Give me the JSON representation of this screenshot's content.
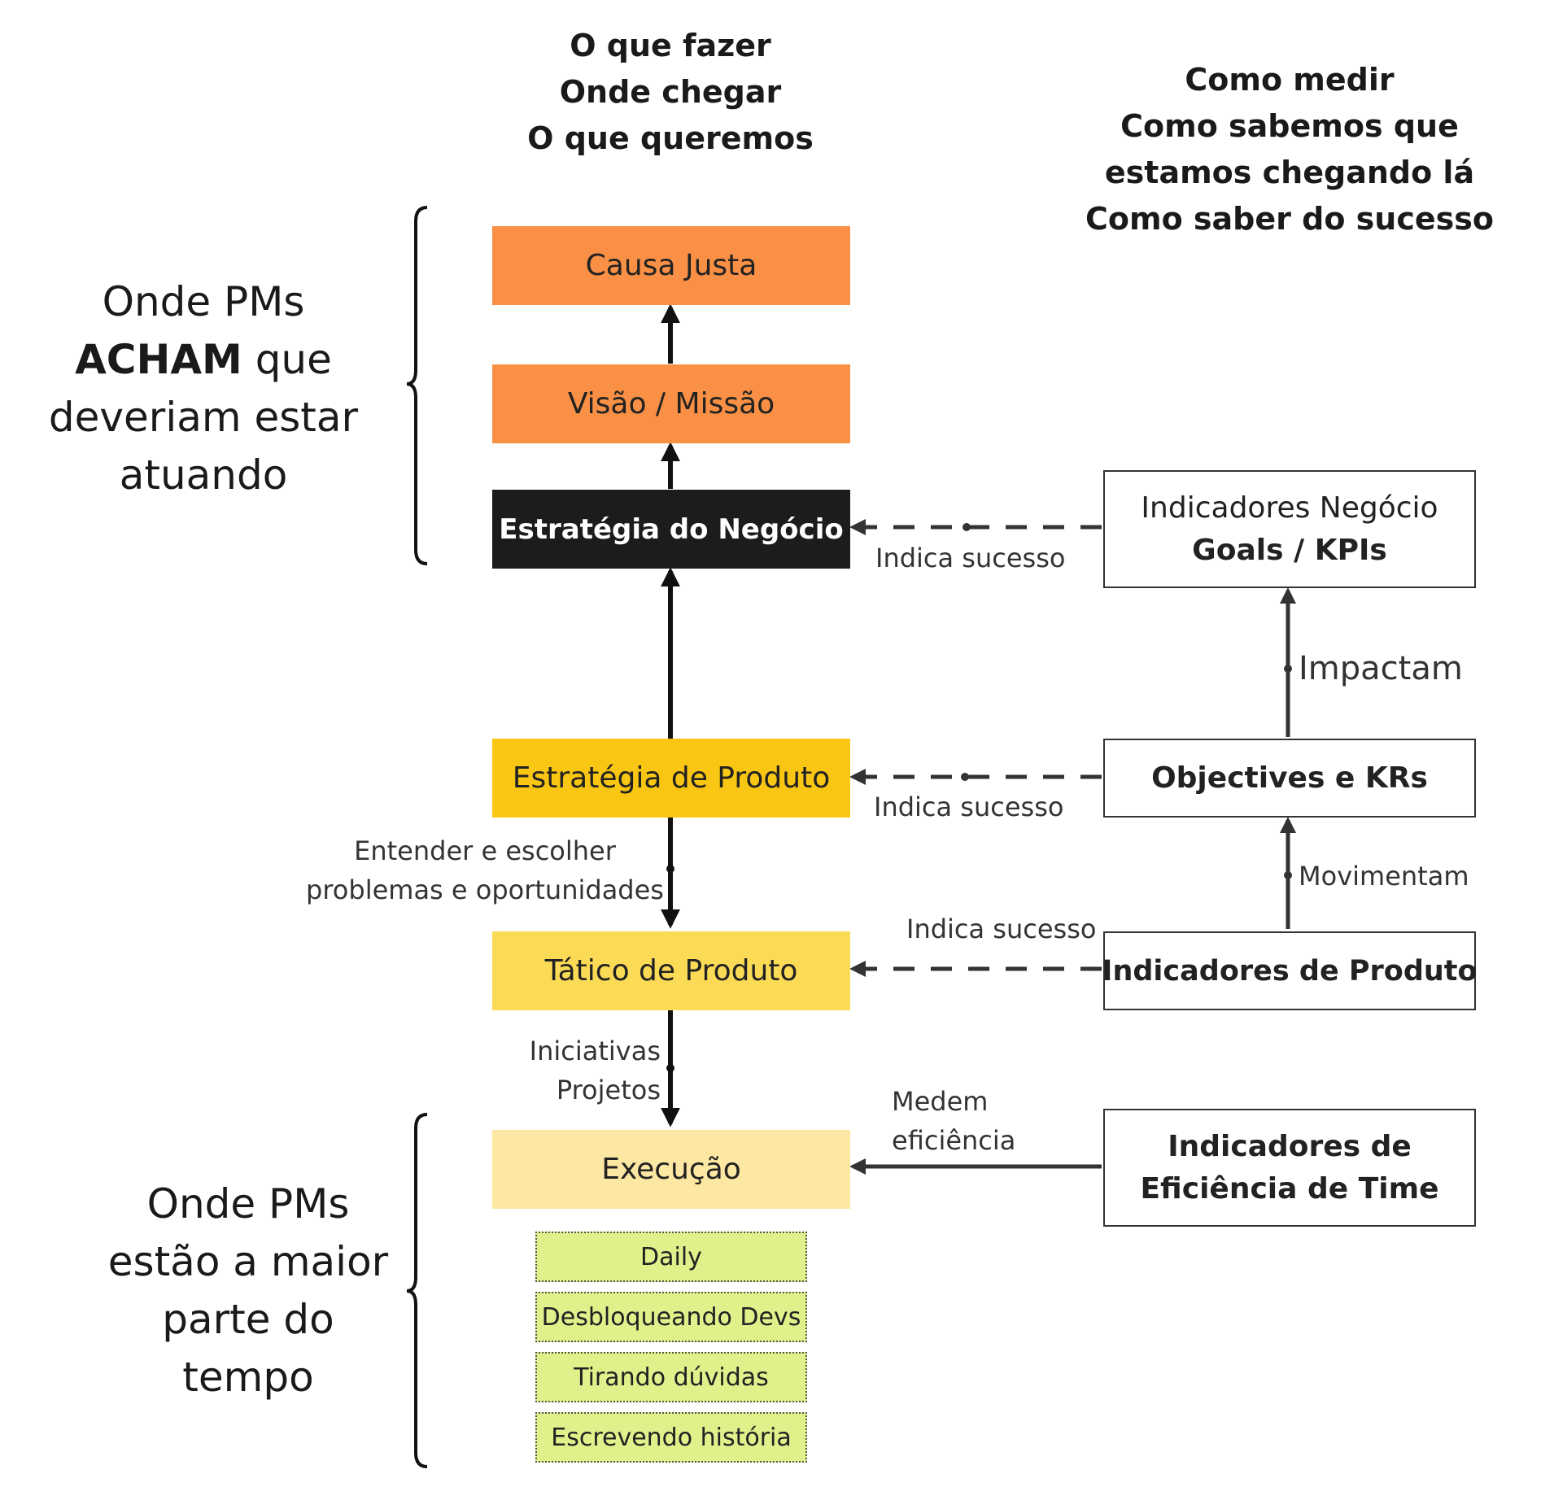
{
  "headers": {
    "left": [
      "O que fazer",
      "Onde chegar",
      "O que queremos"
    ],
    "right": [
      "Como medir",
      "Como sabemos que",
      "estamos chegando lá",
      "Como saber do sucesso"
    ]
  },
  "side_notes": {
    "top": {
      "line1": "Onde PMs",
      "line2_bold": "ACHAM",
      "line2_rest": " que",
      "line3": "deveriam estar",
      "line4": "atuando"
    },
    "bottom": [
      "Onde PMs",
      "estão a maior",
      "parte do",
      "tempo"
    ]
  },
  "center_boxes": {
    "causa_justa": {
      "label": "Causa Justa",
      "color": "#f99045"
    },
    "visao_missao": {
      "label": "Visão / Missão",
      "color": "#f99045"
    },
    "estrategia_negocio": {
      "label": "Estratégia do Negócio",
      "color": "#1c1c1c"
    },
    "estrategia_produto": {
      "label": "Estratégia de Produto",
      "color": "#f9c613"
    },
    "tatico_produto": {
      "label": "Tático de Produto",
      "color": "#fbda55"
    },
    "execucao": {
      "label": "Execução",
      "color": "#fce8a2"
    }
  },
  "execution_items": [
    "Daily",
    "Desbloqueando Devs",
    "Tirando dúvidas",
    "Escrevendo história"
  ],
  "right_boxes": {
    "indicadores_negocio": {
      "line1": "Indicadores Negócio",
      "line2": "Goals / KPIs"
    },
    "objectives_krs": {
      "label": "Objectives e KRs"
    },
    "indicadores_produto": {
      "label": "Indicadores de Produto"
    },
    "indicadores_eficiencia": {
      "line1": "Indicadores de",
      "line2": "Eficiência de Time"
    }
  },
  "edge_labels": {
    "indica_sucesso_1": "Indica sucesso",
    "indica_sucesso_2": "Indica sucesso",
    "indica_sucesso_3": "Indica sucesso",
    "impactam": "Impactam",
    "movimentam": "Movimentam",
    "entender_1": "Entender e escolher",
    "entender_2": "problemas e oportunidades",
    "iniciativas": "Iniciativas",
    "projetos": "Projetos",
    "medem": "Medem",
    "eficiencia": "eficiência"
  }
}
